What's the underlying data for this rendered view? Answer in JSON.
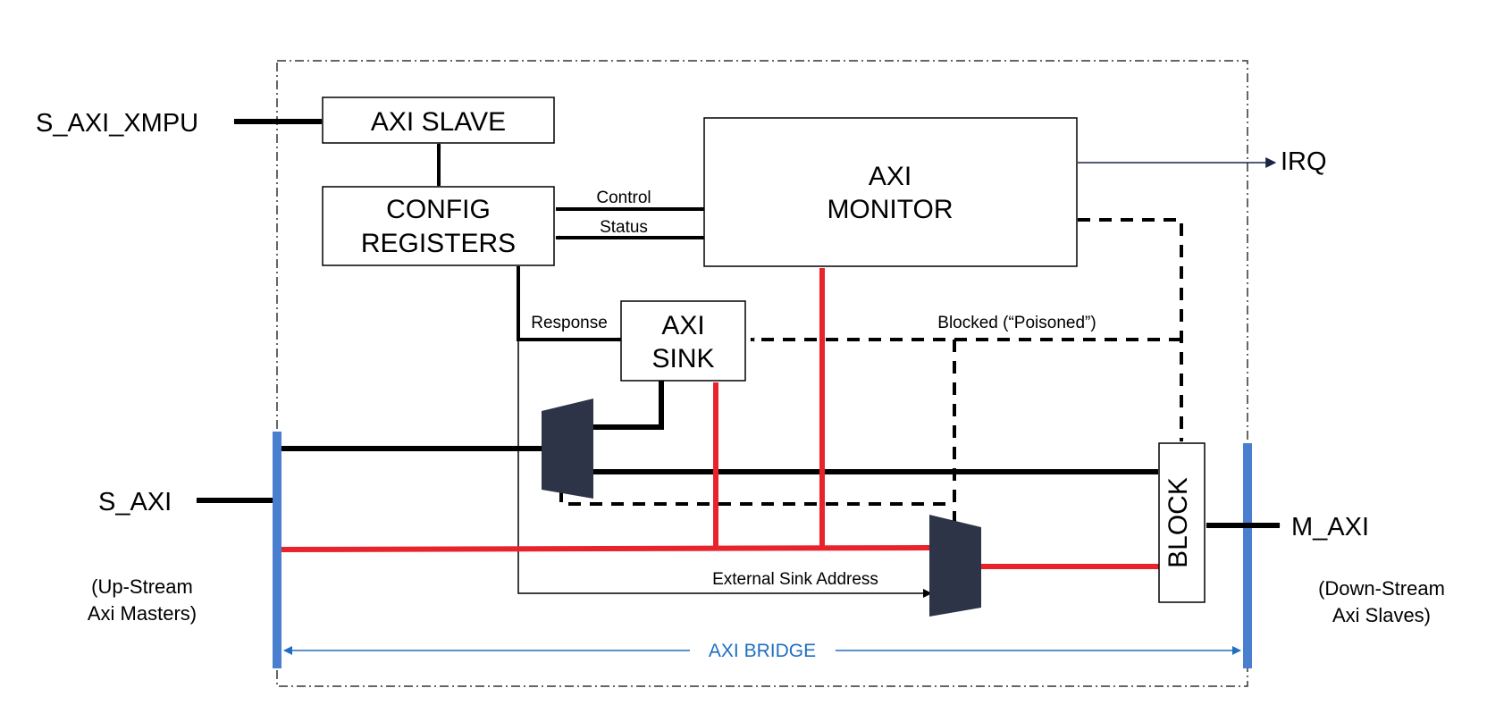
{
  "diagram": {
    "bridge_label": "AXI BRIDGE",
    "ports": {
      "s_axi_xmpu": "S_AXI_XMPU",
      "s_axi": "S_AXI",
      "m_axi": "M_AXI",
      "irq": "IRQ"
    },
    "notes": {
      "upstream_line1": "(Up-Stream",
      "upstream_line2": "Axi Masters)",
      "downstream_line1": "(Down-Stream",
      "downstream_line2": "Axi Slaves)"
    },
    "blocks": {
      "axi_slave": "AXI SLAVE",
      "config_line1": "CONFIG",
      "config_line2": "REGISTERS",
      "monitor_line1": "AXI",
      "monitor_line2": "MONITOR",
      "sink_line1": "AXI",
      "sink_line2": "SINK",
      "block": "BLOCK"
    },
    "signals": {
      "control": "Control",
      "status": "Status",
      "response": "Response",
      "blocked": "Blocked (“Poisoned”)",
      "external_sink": "External Sink Address"
    },
    "colors": {
      "bridge_blue": "#1f6fc0",
      "bus_blue": "#4a7fd0",
      "red_path": "#e8232b",
      "mux_dark": "#2e3448"
    }
  }
}
